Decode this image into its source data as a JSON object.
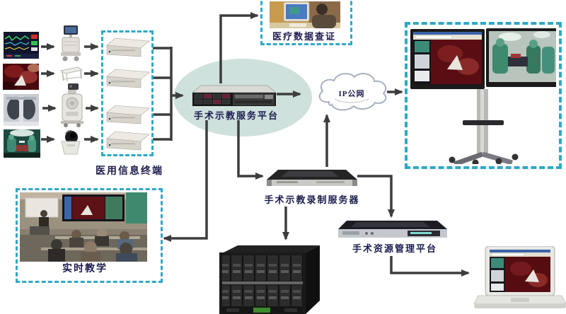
{
  "labels": {
    "terminals": "医用信息终端",
    "platform": "手术示教服务平台",
    "verification": "医疗数据查证",
    "cloud": "IP公网",
    "teaching": "实时教学",
    "recording": "手术示教录制服务器",
    "resource": "手术资源管理平台"
  },
  "colors": {
    "dashed_box": "#2fa8c8",
    "platform_ellipse": "#cfe1dd",
    "arrow": "#3d3d3d",
    "label_text": "#1c1c4e",
    "surgery_video": "#5a0e13",
    "or_scene_green": "#3f8a6e"
  },
  "nodes": [
    {
      "id": "patient-monitor-image",
      "type": "photo"
    },
    {
      "id": "endoscopy-image",
      "type": "photo"
    },
    {
      "id": "xray-image",
      "type": "photo"
    },
    {
      "id": "surgery-scene-image",
      "type": "photo"
    },
    {
      "id": "ultrasound-cart",
      "type": "device"
    },
    {
      "id": "instrument-cart",
      "type": "device"
    },
    {
      "id": "equipment-tower",
      "type": "device"
    },
    {
      "id": "ptz-camera",
      "type": "device"
    },
    {
      "id": "medical-terminals",
      "label_key": "terminals"
    },
    {
      "id": "teaching-platform-server",
      "label_key": "platform"
    },
    {
      "id": "data-verification",
      "label_key": "verification"
    },
    {
      "id": "ip-cloud",
      "label_key": "cloud"
    },
    {
      "id": "display-wall",
      "type": "dual-monitor-stand"
    },
    {
      "id": "realtime-classroom",
      "label_key": "teaching"
    },
    {
      "id": "recording-server",
      "label_key": "recording"
    },
    {
      "id": "blade-server",
      "type": "device"
    },
    {
      "id": "resource-platform",
      "label_key": "resource"
    },
    {
      "id": "laptop",
      "type": "device"
    }
  ],
  "connections": [
    {
      "from": "patient-monitor-image",
      "to": "ultrasound-cart"
    },
    {
      "from": "endoscopy-image",
      "to": "instrument-cart"
    },
    {
      "from": "xray-image",
      "to": "equipment-tower"
    },
    {
      "from": "surgery-scene-image",
      "to": "ptz-camera"
    },
    {
      "from": "ultrasound-cart",
      "to": "medical-terminals"
    },
    {
      "from": "instrument-cart",
      "to": "medical-terminals"
    },
    {
      "from": "equipment-tower",
      "to": "medical-terminals"
    },
    {
      "from": "ptz-camera",
      "to": "medical-terminals"
    },
    {
      "from": "medical-terminals",
      "to": "teaching-platform-server"
    },
    {
      "from": "teaching-platform-server",
      "to": "data-verification"
    },
    {
      "from": "teaching-platform-server",
      "to": "ip-cloud"
    },
    {
      "from": "teaching-platform-server",
      "to": "realtime-classroom"
    },
    {
      "from": "teaching-platform-server",
      "to": "recording-server"
    },
    {
      "from": "recording-server",
      "to": "ip-cloud"
    },
    {
      "from": "recording-server",
      "to": "resource-platform"
    },
    {
      "from": "recording-server",
      "to": "blade-server"
    },
    {
      "from": "resource-platform",
      "to": "laptop"
    },
    {
      "from": "ip-cloud",
      "to": "display-wall"
    }
  ]
}
